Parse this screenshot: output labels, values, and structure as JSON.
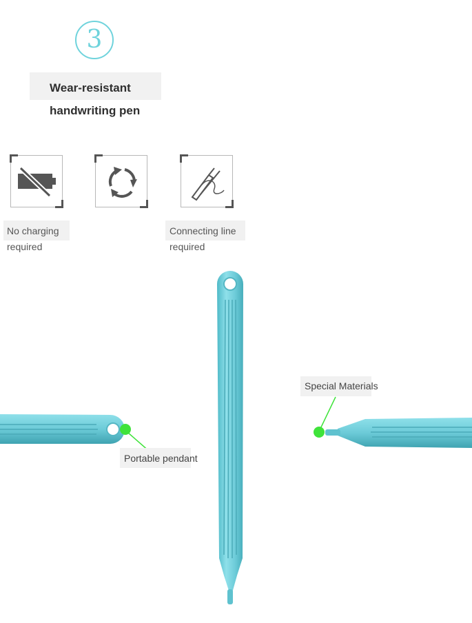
{
  "header": {
    "step_number": "3",
    "title_line1": "Wear-resistant",
    "title_line2": "handwriting pen"
  },
  "features": [
    {
      "icon": "no-battery-icon",
      "label_line1": "No charging",
      "label_line2": "required"
    },
    {
      "icon": "recycle-arrows-icon"
    },
    {
      "icon": "no-cable-pen-icon",
      "label_line1": "Connecting line",
      "label_line2": "required"
    }
  ],
  "callouts": {
    "special_materials": "Special Materials",
    "portable_pendant": "Portable pendant"
  },
  "colors": {
    "accent": "#6fd3dc",
    "pen": "#74d0dc",
    "marker": "#3fe33a",
    "tag_bg": "#f1f1f1"
  }
}
